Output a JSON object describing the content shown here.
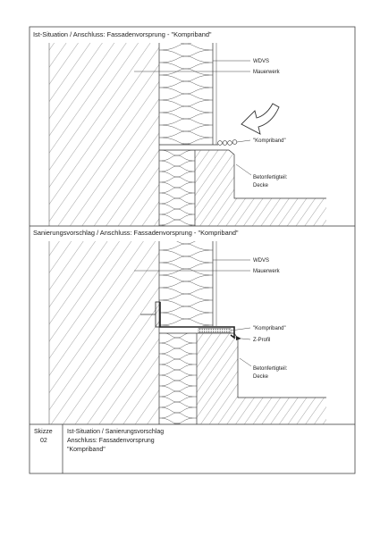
{
  "sheet": {
    "panels": [
      {
        "title": "Ist-Situation / Anschluss: Fassadenvorsprung - \"Kompriband\"",
        "labels": {
          "wdvs": "WDVS",
          "mauerwerk": "Mauerwerk",
          "kompriband": "\"Kompriband\"",
          "beton_line1": "Betonfertigteil:",
          "beton_line2": "Decke"
        }
      },
      {
        "title": "Sanierungsvorschlag / Anschluss: Fassadenvorsprung - \"Kompriband\"",
        "labels": {
          "wdvs": "WDVS",
          "mauerwerk": "Mauerwerk",
          "kompriband": "\"Kompriband\"",
          "z_profil": "Z-Profil",
          "beton_line1": "Betonfertigteil:",
          "beton_line2": "Decke"
        }
      }
    ],
    "title_block": {
      "sketch_label": "Skizze",
      "sketch_number": "02",
      "lines": [
        "Ist-Situation / Sanierungsvorschlag",
        "Anschluss: Fassadenvorsprung",
        "\"Kompriband\""
      ]
    }
  },
  "icons": {
    "arrow": "curved-arrow-icon"
  },
  "colors": {
    "line": "#333333",
    "background": "#ffffff"
  }
}
